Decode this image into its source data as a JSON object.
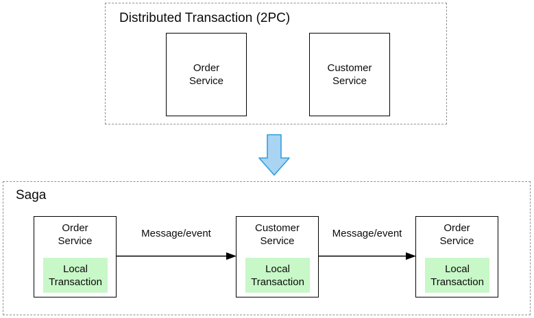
{
  "panel_2pc": {
    "title": "Distributed Transaction (2PC)",
    "services": [
      {
        "label": "Order\nService"
      },
      {
        "label": "Customer\nService"
      }
    ]
  },
  "transform_arrow": {
    "icon": "down-arrow-icon",
    "fill": "#a9d4f2",
    "stroke": "#2d9fdb"
  },
  "panel_saga": {
    "title": "Saga",
    "steps": [
      {
        "service": "Order\nService",
        "local_transaction": "Local\nTransaction"
      },
      {
        "service": "Customer\nService",
        "local_transaction": "Local\nTransaction"
      },
      {
        "service": "Order\nService",
        "local_transaction": "Local\nTransaction"
      }
    ],
    "arrows": [
      {
        "label": "Message/event"
      },
      {
        "label": "Message/event"
      }
    ]
  },
  "colors": {
    "local_transaction_bg": "#c8f7c8",
    "dashed_border": "#8f8f8f",
    "solid_border": "#000000",
    "down_arrow_fill": "#a9d4f2",
    "down_arrow_stroke": "#2d9fdb"
  }
}
